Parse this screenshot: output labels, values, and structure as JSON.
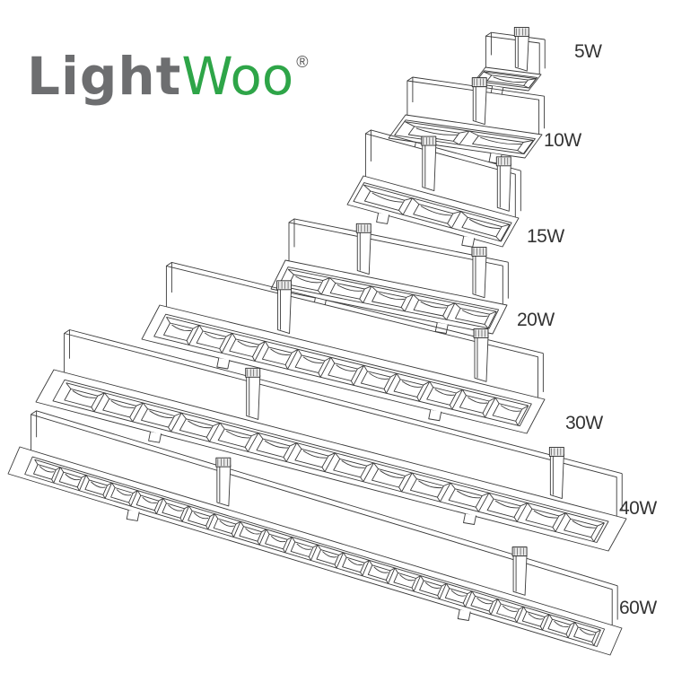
{
  "brand": {
    "name_part1": "Light",
    "name_part2": "Woo",
    "registered_mark": "®",
    "colors": {
      "light": "#6d6e70",
      "woo": "#2ea548"
    }
  },
  "fixtures": [
    {
      "id": "5w",
      "label": "5W",
      "cells": 1
    },
    {
      "id": "10w",
      "label": "10W",
      "cells": 2
    },
    {
      "id": "15w",
      "label": "15W",
      "cells": 3
    },
    {
      "id": "20w",
      "label": "20W",
      "cells": 5
    },
    {
      "id": "30w",
      "label": "30W",
      "cells": 11
    },
    {
      "id": "40w",
      "label": "40W",
      "cells": 14
    },
    {
      "id": "60w",
      "label": "60W",
      "cells": 22
    }
  ],
  "colors": {
    "line": "#3a3a3a",
    "background": "#ffffff"
  }
}
